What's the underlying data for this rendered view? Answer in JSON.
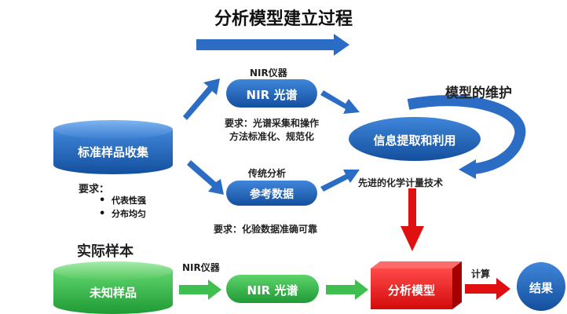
{
  "title": "分析模型建立过程",
  "nodes": {
    "standard_samples": "标准样品收集",
    "nir_spectrum_top": "NIR 光谱",
    "reference_data": "参考数据",
    "info_extract": "信息提取和利用",
    "unknown_sample": "未知样品",
    "nir_spectrum_bottom": "NIR 光谱",
    "analysis_model": "分析模型",
    "result": "结果"
  },
  "labels": {
    "nir_instrument_top": "NIR仪器",
    "traditional_analysis": "传统分析",
    "requirements_spectrum_1": "要求：光谱采集和操作",
    "requirements_spectrum_2": "方法标准化、规范化",
    "requirements_reference": "要求：化验数据准确可靠",
    "model_maintenance": "模型的维护",
    "advanced_tech": "先进的化学计量技术",
    "actual_samples": "实际样本",
    "nir_instrument_bottom": "NIR仪器",
    "compute": "计算"
  },
  "sample_requirements": {
    "heading": "要求：",
    "items": [
      "代表性强",
      "分布均匀"
    ]
  },
  "colors": {
    "blue_node": "#1c62ba",
    "green_node": "#2fb84a",
    "red_node": "#ee1111",
    "arrow_blue": "#2b6cc4",
    "arrow_green": "#3fbf4f",
    "arrow_red": "#e01010"
  }
}
